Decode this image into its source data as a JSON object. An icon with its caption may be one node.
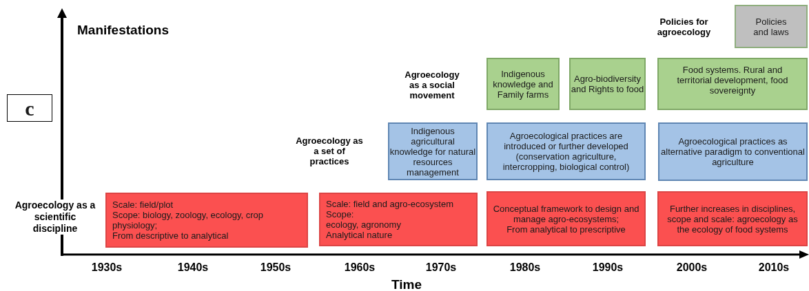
{
  "diagram": {
    "nodes": [
      {
        "text": [
          "c"
        ]
      },
      {
        "text": [
          "Policies and laws"
        ]
      },
      {
        "text": [
          "Indigenous knowledge and Family farms"
        ]
      },
      {
        "text": [
          "Agro-biodiversity and Rights to food"
        ]
      },
      {
        "text": [
          "Food systems. Rural and territorial development, food sovereignty"
        ]
      },
      {
        "text": [
          "Indigenous agricultural knowledge for natural resources management"
        ]
      },
      {
        "text": [
          "Agroecological practices are introduced or further developed (conservation agriculture, intercropping, biological control)"
        ]
      },
      {
        "text": [
          "Agroecological practices as alternative paradigm to conventional agriculture"
        ]
      },
      {
        "text": [
          "Scale: field/plot",
          "Scope: biology, zoology, ecology, crop physiology;",
          "From descriptive to analytical"
        ]
      },
      {
        "text": [
          "Scale: field and agro-ecosystem",
          "Scope:",
          "ecology, agronomy",
          "Analytical nature"
        ]
      },
      {
        "text": [
          "Conceptual framework to design and manage agro-ecosystems;",
          "From analytical to prescriptive"
        ]
      },
      {
        "text": [
          "Further increases in disciplines, scope and scale: agroecology as the ecology of food systems"
        ]
      }
    ],
    "labels": [
      "Manifestations",
      "Policies for agroecology",
      "Agroecology as a social movement",
      "Agroecology as a set of practices",
      "Agroecology as a scientific discipline",
      "1930s",
      "1940s",
      "1950s",
      "1960s",
      "1970s",
      "1980s",
      "1990s",
      "2000s",
      "2010s",
      "Time"
    ]
  }
}
